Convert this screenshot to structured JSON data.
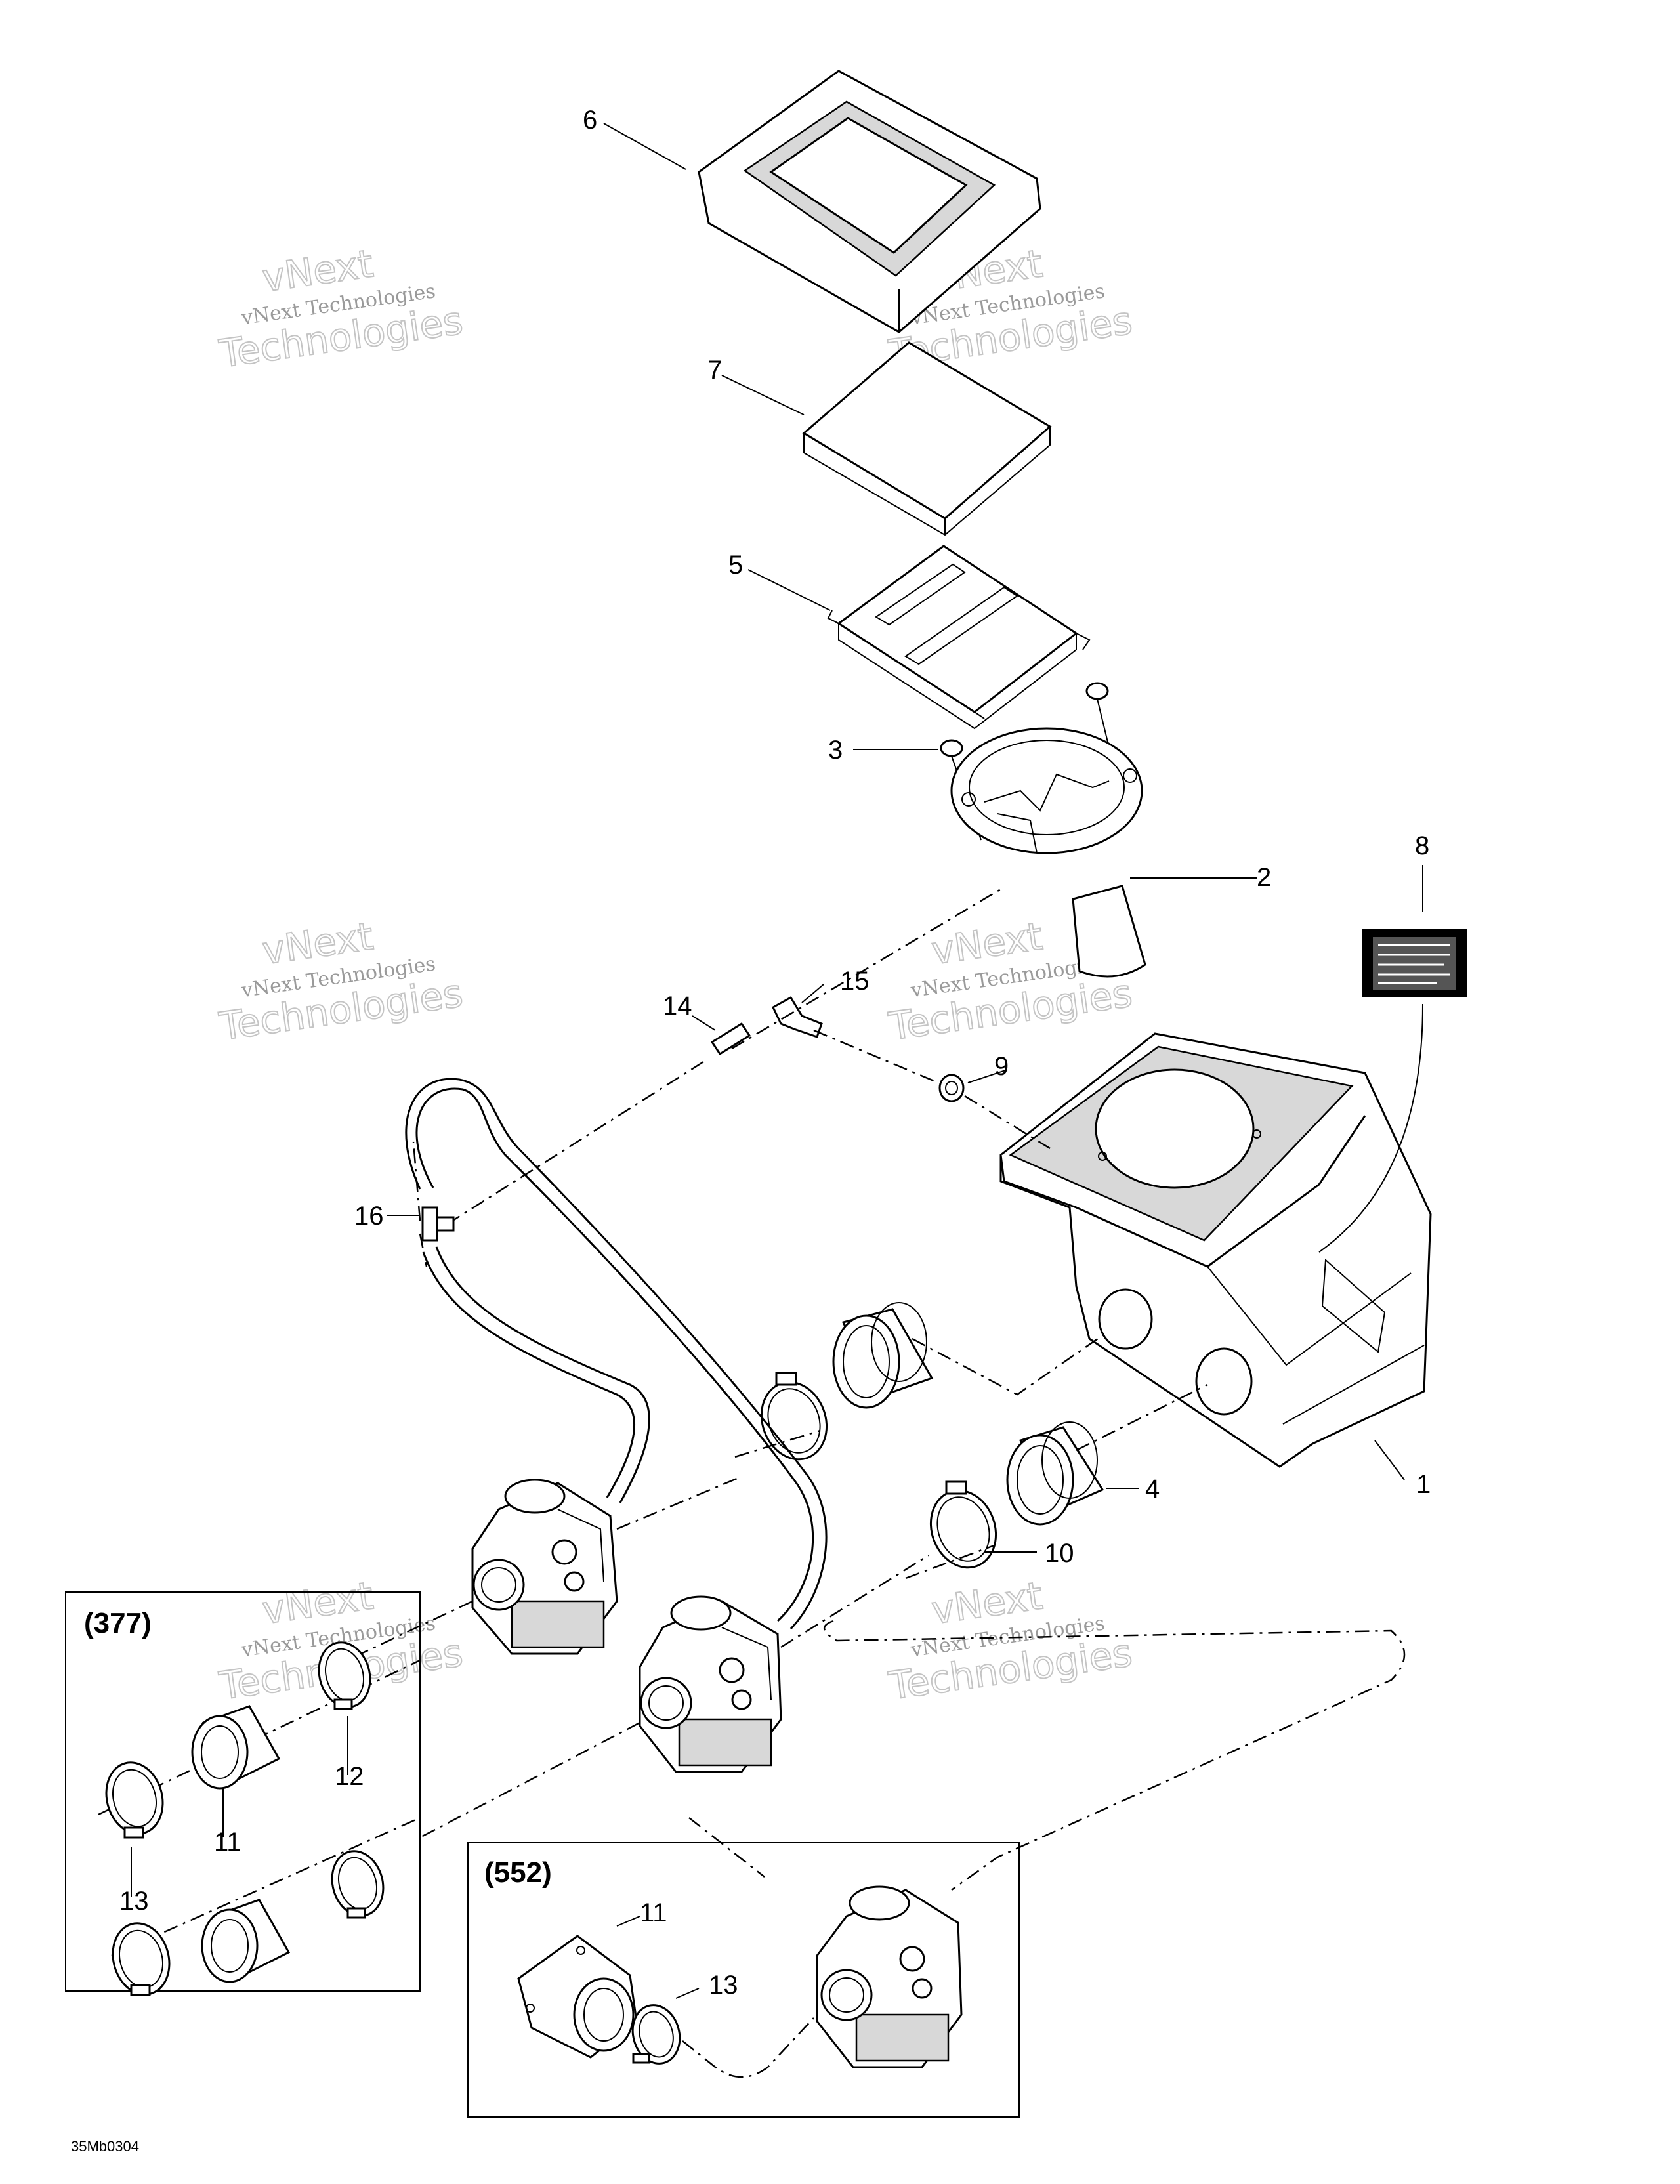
{
  "figure_code": "35Mb0304",
  "watermark": {
    "line1": "vNext",
    "line2": "Technologies",
    "line3": "vNext Technologies"
  },
  "callouts": {
    "c1": "1",
    "c2": "2",
    "c3": "3",
    "c4": "4",
    "c5": "5",
    "c6": "6",
    "c7": "7",
    "c8": "8",
    "c9": "9",
    "c10": "10",
    "c14": "14",
    "c15": "15",
    "c16": "16"
  },
  "inset_377": {
    "label": "(377)",
    "callouts": {
      "c11": "11",
      "c12": "12",
      "c13": "13"
    }
  },
  "inset_552": {
    "label": "(552)",
    "callouts": {
      "c11": "11",
      "c13": "13"
    }
  }
}
